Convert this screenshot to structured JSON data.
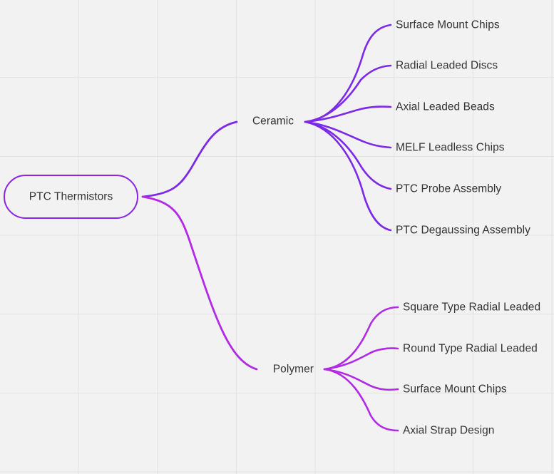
{
  "diagram": {
    "type": "mind-map",
    "background_color": "#f2f2f2",
    "grid_color": "#e2e2e2",
    "text_color": "#333333",
    "root": {
      "label": "PTC Thermistors",
      "border_color": "#8a24e6"
    },
    "branches": [
      {
        "label": "Ceramic",
        "color": "#7c29e8",
        "leaves": [
          {
            "label": "Surface Mount Chips"
          },
          {
            "label": "Radial Leaded Discs"
          },
          {
            "label": "Axial Leaded Beads"
          },
          {
            "label": "MELF Leadless Chips"
          },
          {
            "label": "PTC Probe Assembly"
          },
          {
            "label": "PTC Degaussing Assembly"
          }
        ]
      },
      {
        "label": "Polymer",
        "color": "#b22ae6",
        "leaves": [
          {
            "label": "Square Type Radial Leaded"
          },
          {
            "label": "Round Type Radial Leaded"
          },
          {
            "label": "Surface Mount Chips"
          },
          {
            "label": "Axial Strap Design"
          }
        ]
      }
    ]
  }
}
